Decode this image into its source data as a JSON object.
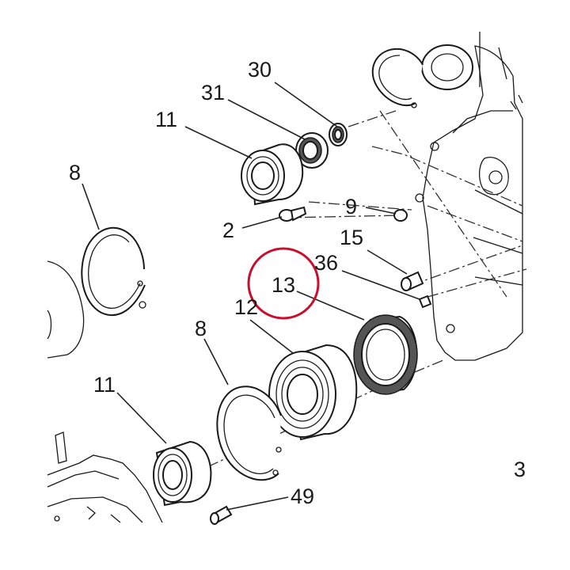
{
  "labels": {
    "p30": "30",
    "p31": "31",
    "p11_top": "11",
    "p8_left": "8",
    "p2": "2",
    "p9": "9",
    "p15": "15",
    "p36": "36",
    "p13": "13",
    "p12": "12",
    "p8_mid": "8",
    "p11_bottom": "11",
    "p49": "49",
    "p3_edge": "3"
  },
  "highlight": {
    "part": "13",
    "color": "#c8102e"
  }
}
